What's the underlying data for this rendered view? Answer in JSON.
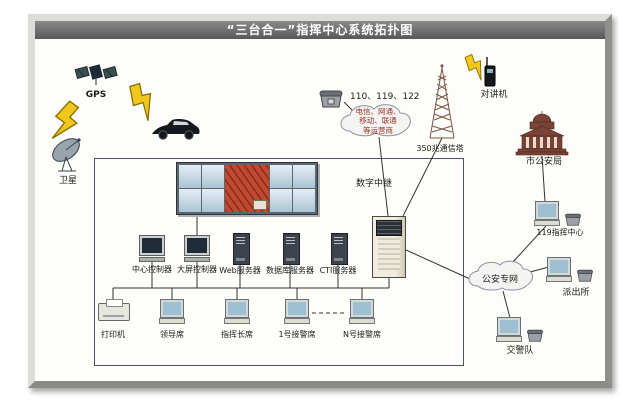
{
  "title": "“三台合一”指挥中心系统拓扑图",
  "labels": {
    "gps": "GPS",
    "satellite": "卫星",
    "numbers": "110、119、122",
    "carriers": "电信、网通、\n移动、联通\n等运营商",
    "digital_trunk": "数字中继",
    "tower": "350兆通信塔",
    "walkie": "对讲机",
    "psb": "市公安局",
    "center119": "119指挥中心",
    "police_net": "公安专网",
    "police_station": "派出所",
    "traffic_team": "交警队",
    "center_controller": "中心控制器",
    "screen_controller": "大屏控制器",
    "web_server": "Web服务器",
    "db_server": "数据库服务器",
    "cti_server": "CTI服务器",
    "printer": "打印机",
    "leader_seat": "领导席",
    "commander_seat": "指挥长席",
    "seat_1": "1号接警席",
    "seat_n": "N号接警席"
  },
  "colors": {
    "titlebar": "#6e6e6e",
    "line": "#333333",
    "lightning": "#f2c71d",
    "map_screen": "#bf4a30",
    "carrier_text": "#9a3328"
  }
}
